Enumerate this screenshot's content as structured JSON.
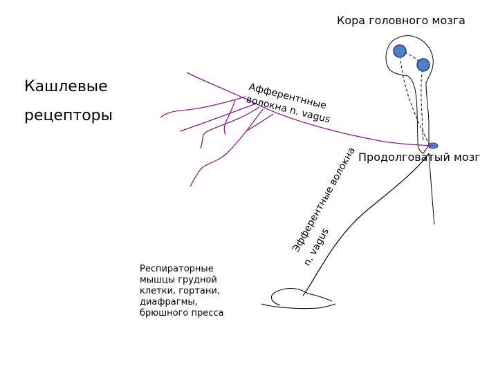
{
  "labels": {
    "cortex": "Кора головного мозга",
    "receptors_line1": "Кашлевые",
    "receptors_line2": "рецепторы",
    "afferent_line1": "Афферентнные",
    "afferent_line2": "волокна n. vagus",
    "medulla": "Продолговатый мозг",
    "efferent_line1": "Эфферентные волокна",
    "efferent_line2": "n. vagus",
    "muscles": [
      "Респираторные",
      "мышцы грудной",
      "клетки, гортани,",
      "диафрагмы,",
      "брюшного пресса"
    ]
  },
  "colors": {
    "afferent_nerve": "#8b1a8b",
    "neuron_body": "#4f7fc4",
    "neuron_outline": "#1f3f7a",
    "outline": "#000000"
  }
}
